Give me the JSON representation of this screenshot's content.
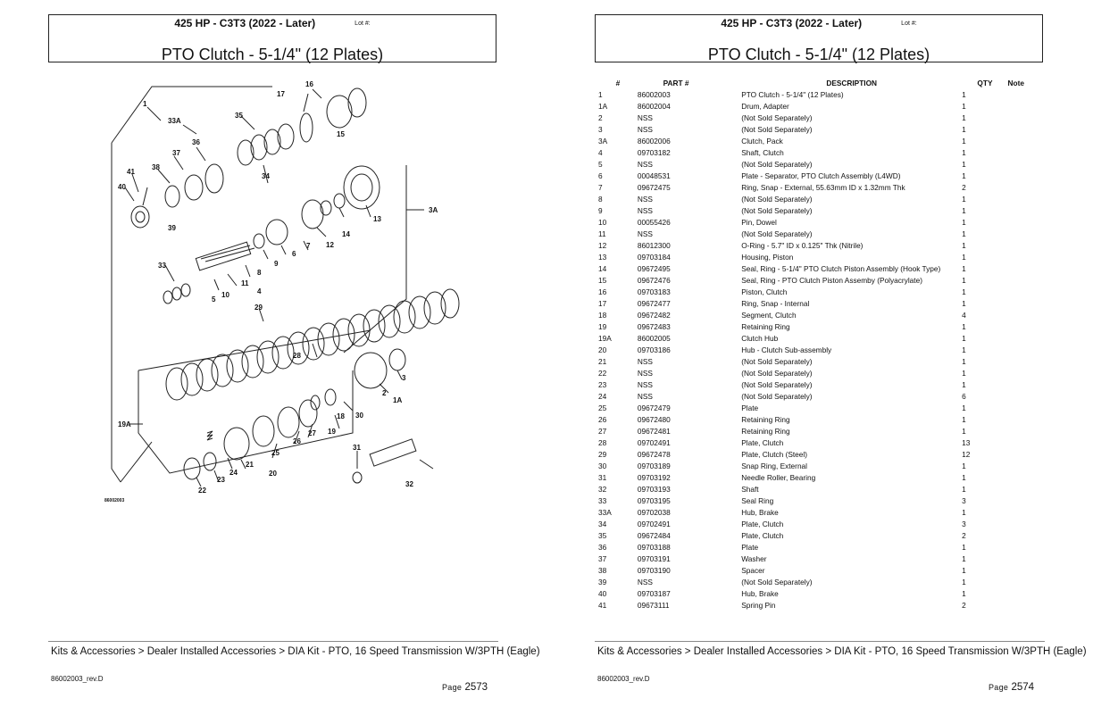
{
  "pages": [
    {
      "header": {
        "model": "425 HP - C3T3 (2022 - Later)",
        "lot_label": "Lot #:",
        "title": "PTO Clutch - 5-1/4\" (12 Plates)"
      },
      "diagram": {
        "id": "86002003",
        "labels": [
          "1",
          "16",
          "17",
          "33A",
          "35",
          "36",
          "37",
          "38",
          "41",
          "40",
          "39",
          "34",
          "15",
          "14",
          "13",
          "3A",
          "12",
          "7",
          "6",
          "9",
          "8",
          "11",
          "10",
          "5",
          "4",
          "33",
          "29",
          "28",
          "19A",
          "2",
          "1A",
          "3",
          "30",
          "18",
          "19",
          "27",
          "26",
          "25",
          "31",
          "32",
          "24",
          "21",
          "20",
          "23",
          "22"
        ]
      },
      "footer": {
        "breadcrumb": "Kits & Accessories > Dealer Installed Accessories > DIA Kit - PTO, 16 Speed Transmission W/3PTH (Eagle)",
        "revision": "86002003_rev.D",
        "page_word": "Page",
        "page_number": "2573"
      }
    },
    {
      "header": {
        "model": "425 HP - C3T3 (2022 - Later)",
        "lot_label": "Lot #:",
        "title": "PTO Clutch - 5-1/4\" (12 Plates)"
      },
      "table": {
        "headers": {
          "no": "#",
          "part": "PART #",
          "desc": "DESCRIPTION",
          "qty": "QTY",
          "note": "Note"
        },
        "rows": [
          {
            "no": "1",
            "part": "86002003",
            "desc": "PTO Clutch - 5-1/4\" (12 Plates)",
            "qty": "1"
          },
          {
            "no": "1A",
            "part": "86002004",
            "desc": "Drum, Adapter",
            "qty": "1"
          },
          {
            "no": "2",
            "part": "NSS",
            "desc": "(Not Sold Separately)",
            "qty": "1"
          },
          {
            "no": "3",
            "part": "NSS",
            "desc": "(Not Sold Separately)",
            "qty": "1"
          },
          {
            "no": "3A",
            "part": "86002006",
            "desc": "Clutch, Pack",
            "qty": "1"
          },
          {
            "no": "4",
            "part": "09703182",
            "desc": "Shaft, Clutch",
            "qty": "1"
          },
          {
            "no": "5",
            "part": "NSS",
            "desc": "(Not Sold Separately)",
            "qty": "1"
          },
          {
            "no": "6",
            "part": "00048531",
            "desc": "Plate - Separator, PTO Clutch Assembly (L4WD)",
            "qty": "1"
          },
          {
            "no": "7",
            "part": "09672475",
            "desc": "Ring, Snap - External, 55.63mm ID x 1.32mm Thk",
            "qty": "2"
          },
          {
            "no": "8",
            "part": "NSS",
            "desc": "(Not Sold Separately)",
            "qty": "1"
          },
          {
            "no": "9",
            "part": "NSS",
            "desc": "(Not Sold Separately)",
            "qty": "1"
          },
          {
            "no": "10",
            "part": "00055426",
            "desc": "Pin, Dowel",
            "qty": "1"
          },
          {
            "no": "11",
            "part": "NSS",
            "desc": "(Not Sold Separately)",
            "qty": "1"
          },
          {
            "no": "12",
            "part": "86012300",
            "desc": "O-Ring - 5.7\" ID x 0.125\" Thk (Nitrile)",
            "qty": "1"
          },
          {
            "no": "13",
            "part": "09703184",
            "desc": "Housing, Piston",
            "qty": "1"
          },
          {
            "no": "14",
            "part": "09672495",
            "desc": "Seal, Ring - 5-1/4\" PTO Clutch Piston Assembly (Hook Type)",
            "qty": "1"
          },
          {
            "no": "15",
            "part": "09672476",
            "desc": "Seal, Ring - PTO Clutch Piston Assemby (Polyacrylate)",
            "qty": "1"
          },
          {
            "no": "16",
            "part": "09703183",
            "desc": "Piston, Clutch",
            "qty": "1"
          },
          {
            "no": "17",
            "part": "09672477",
            "desc": "Ring, Snap - Internal",
            "qty": "1"
          },
          {
            "no": "18",
            "part": "09672482",
            "desc": "Segment, Clutch",
            "qty": "4"
          },
          {
            "no": "19",
            "part": "09672483",
            "desc": "Retaining Ring",
            "qty": "1"
          },
          {
            "no": "19A",
            "part": "86002005",
            "desc": "Clutch Hub",
            "qty": "1"
          },
          {
            "no": "20",
            "part": "09703186",
            "desc": "Hub - Clutch Sub-assembly",
            "qty": "1"
          },
          {
            "no": "21",
            "part": "NSS",
            "desc": "(Not Sold Separately)",
            "qty": "1"
          },
          {
            "no": "22",
            "part": "NSS",
            "desc": "(Not Sold Separately)",
            "qty": "1"
          },
          {
            "no": "23",
            "part": "NSS",
            "desc": "(Not Sold Separately)",
            "qty": "1"
          },
          {
            "no": "24",
            "part": "NSS",
            "desc": "(Not Sold Separately)",
            "qty": "6"
          },
          {
            "no": "25",
            "part": "09672479",
            "desc": "Plate",
            "qty": "1"
          },
          {
            "no": "26",
            "part": "09672480",
            "desc": "Retaining Ring",
            "qty": "1"
          },
          {
            "no": "27",
            "part": "09672481",
            "desc": "Retaining Ring",
            "qty": "1"
          },
          {
            "no": "28",
            "part": "09702491",
            "desc": "Plate, Clutch",
            "qty": "13"
          },
          {
            "no": "29",
            "part": "09672478",
            "desc": "Plate, Clutch (Steel)",
            "qty": "12"
          },
          {
            "no": "30",
            "part": "09703189",
            "desc": "Snap Ring, External",
            "qty": "1"
          },
          {
            "no": "31",
            "part": "09703192",
            "desc": "Needle Roller, Bearing",
            "qty": "1"
          },
          {
            "no": "32",
            "part": "09703193",
            "desc": "Shaft",
            "qty": "1"
          },
          {
            "no": "33",
            "part": "09703195",
            "desc": "Seal Ring",
            "qty": "3"
          },
          {
            "no": "33A",
            "part": "09702038",
            "desc": "Hub, Brake",
            "qty": "1"
          },
          {
            "no": "34",
            "part": "09702491",
            "desc": "Plate, Clutch",
            "qty": "3"
          },
          {
            "no": "35",
            "part": "09672484",
            "desc": "Plate, Clutch",
            "qty": "2"
          },
          {
            "no": "36",
            "part": "09703188",
            "desc": "Plate",
            "qty": "1"
          },
          {
            "no": "37",
            "part": "09703191",
            "desc": "Washer",
            "qty": "1"
          },
          {
            "no": "38",
            "part": "09703190",
            "desc": "Spacer",
            "qty": "1"
          },
          {
            "no": "39",
            "part": "NSS",
            "desc": "(Not Sold Separately)",
            "qty": "1"
          },
          {
            "no": "40",
            "part": "09703187",
            "desc": "Hub, Brake",
            "qty": "1"
          },
          {
            "no": "41",
            "part": "09673111",
            "desc": "Spring Pin",
            "qty": "2"
          }
        ]
      },
      "footer": {
        "breadcrumb": "Kits & Accessories > Dealer Installed Accessories > DIA Kit - PTO, 16 Speed Transmission W/3PTH (Eagle)",
        "revision": "86002003_rev.D",
        "page_word": "Page",
        "page_number": "2574"
      }
    }
  ]
}
